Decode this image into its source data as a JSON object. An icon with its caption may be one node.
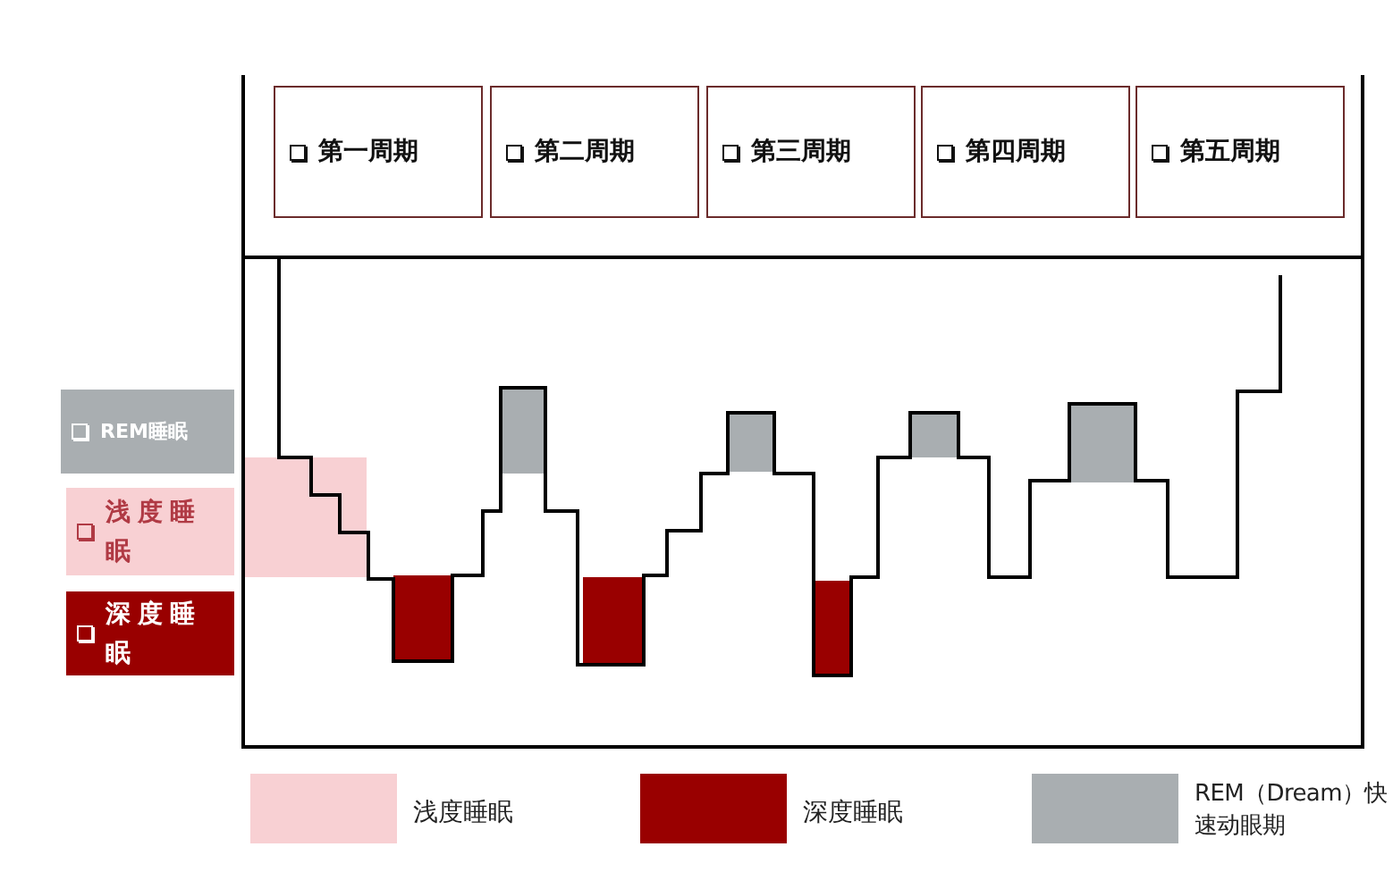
{
  "diagram": {
    "nodes": [
      {
        "text": [
          "第一周期"
        ]
      },
      {
        "text": [
          "第二周期"
        ]
      },
      {
        "text": [
          "第三周期"
        ]
      },
      {
        "text": [
          "第四周期"
        ]
      },
      {
        "text": [
          "第五周期"
        ]
      },
      {
        "text": [
          "REM睡眠"
        ]
      },
      {
        "text": [
          "浅度睡眠"
        ]
      },
      {
        "text": [
          "深度睡眠"
        ]
      }
    ],
    "edges": [],
    "legend": [
      {
        "text": "浅度睡眠",
        "color": "#f8d0d3"
      },
      {
        "text": "深度睡眠",
        "color": "#990000"
      },
      {
        "text": "REM（Dream）快速动眼期",
        "color": "#a9aeb1"
      }
    ]
  }
}
